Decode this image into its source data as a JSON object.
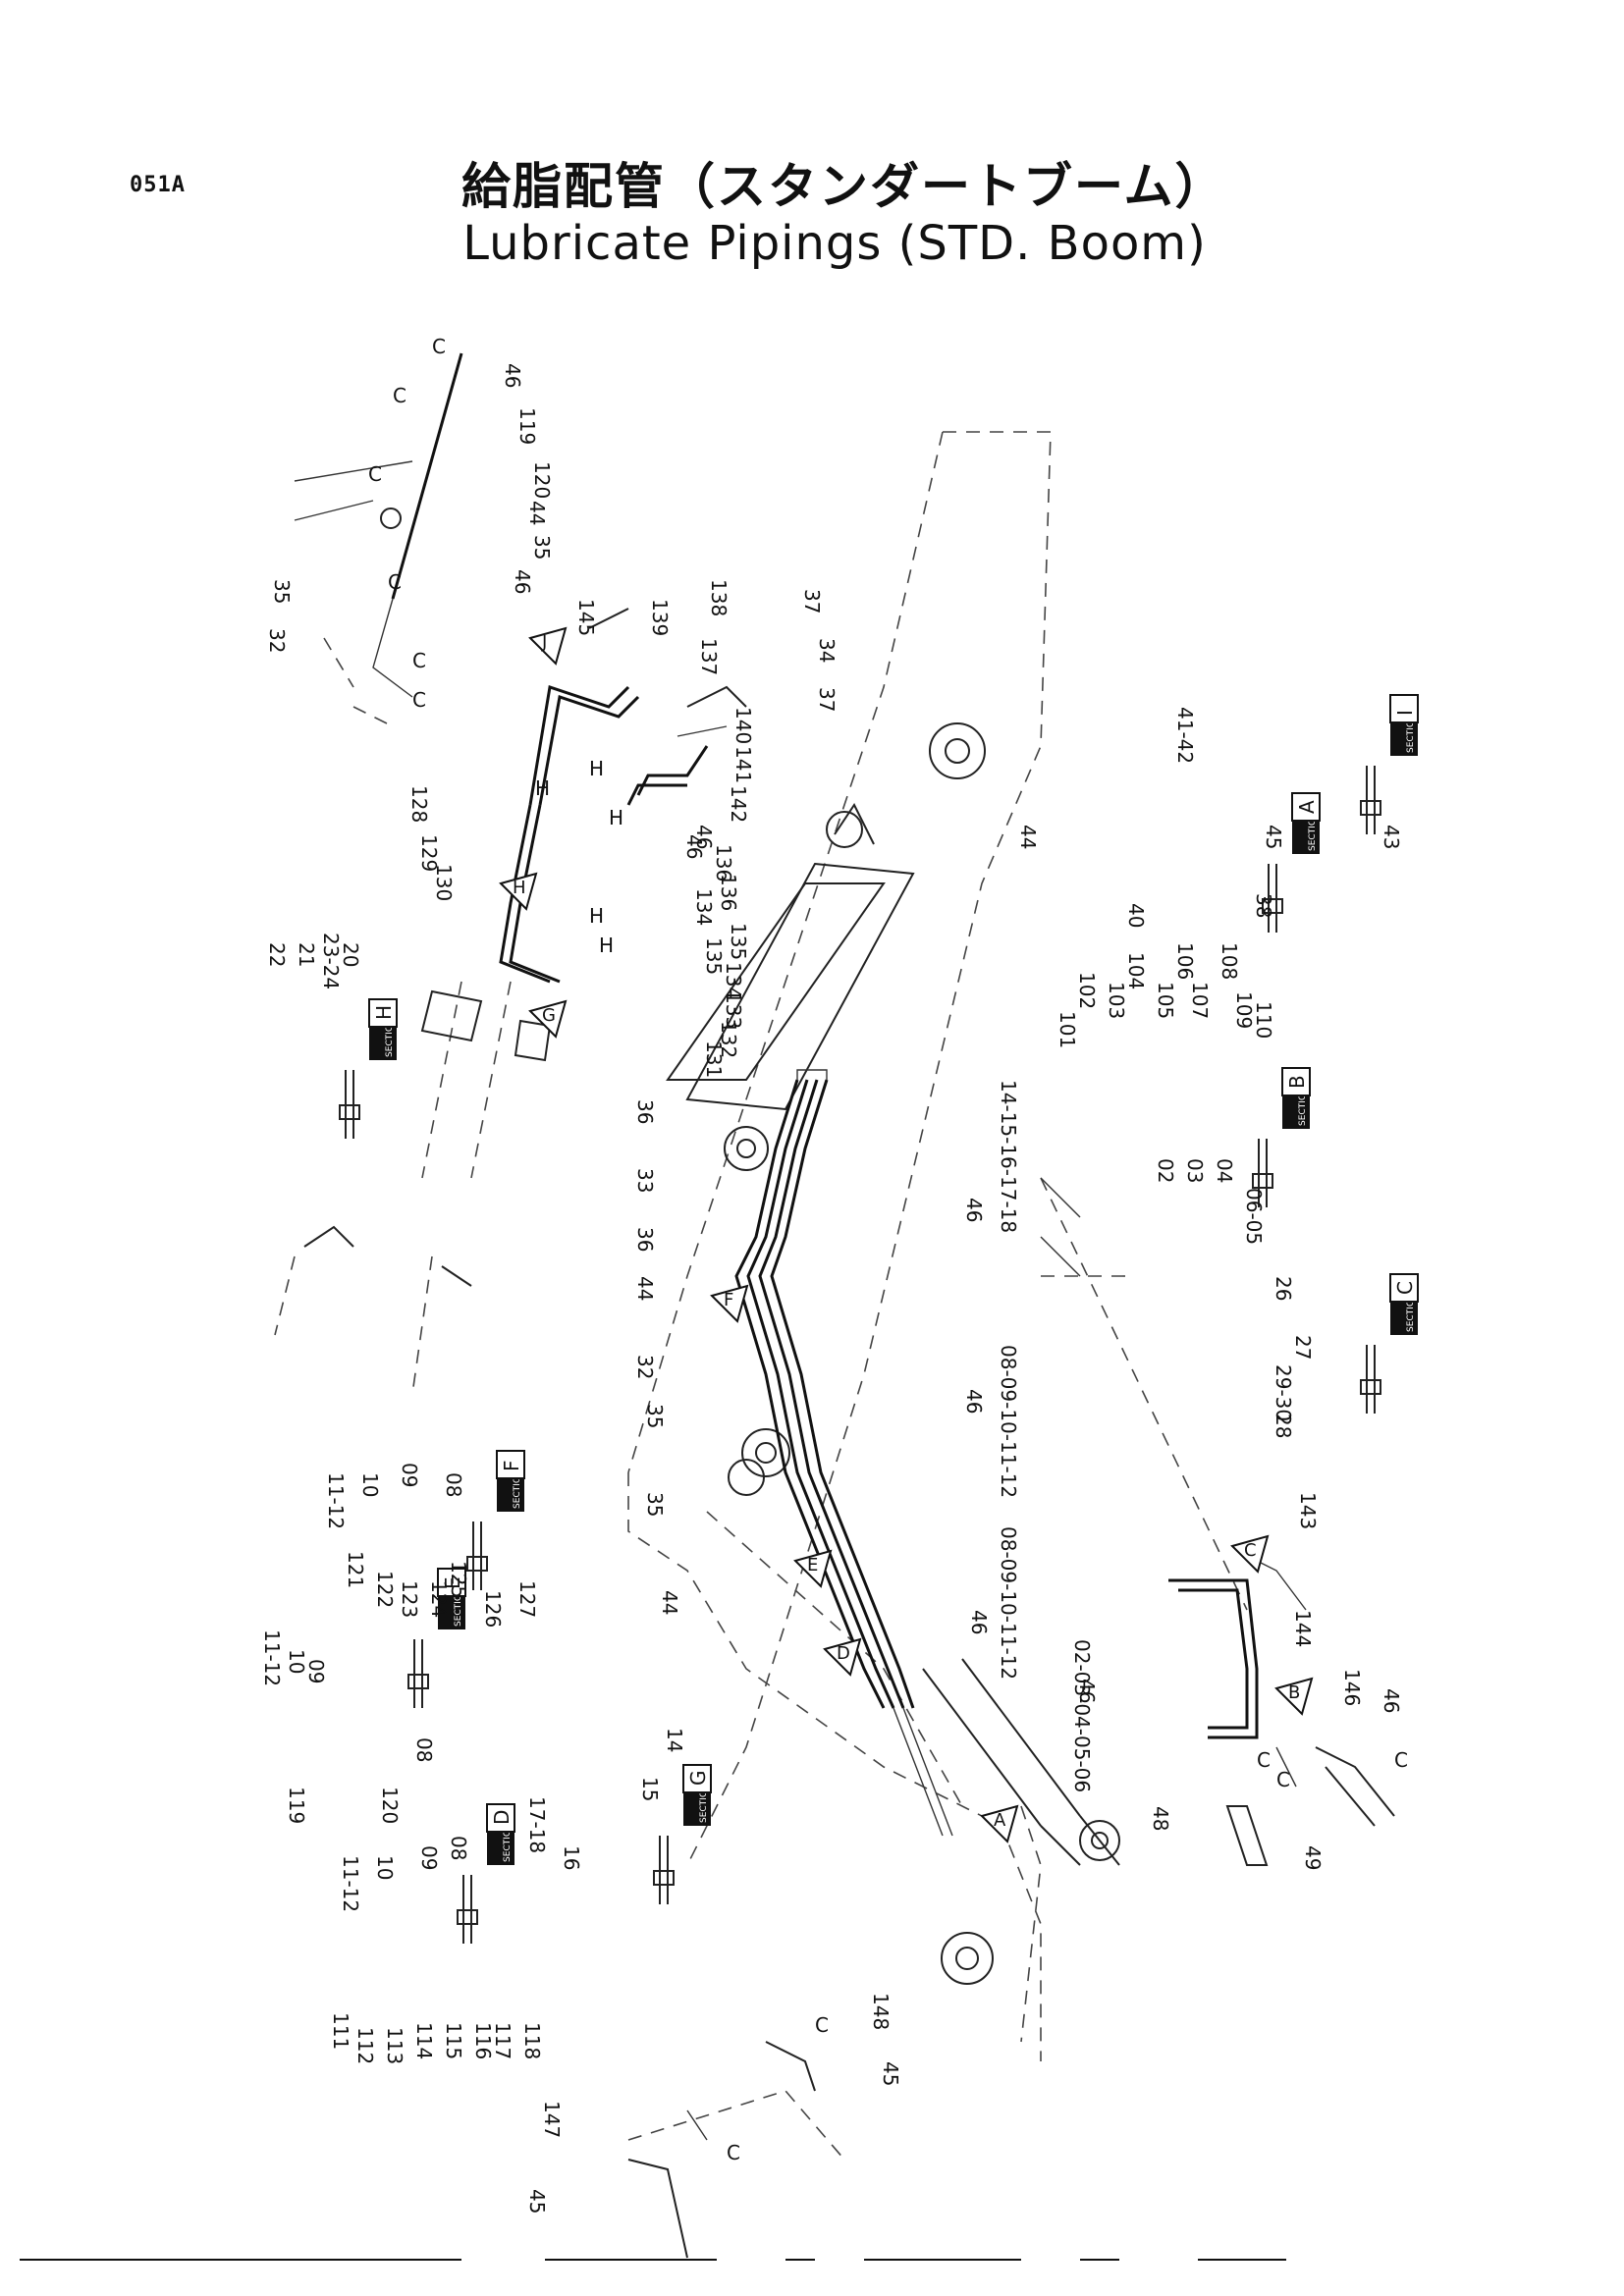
{
  "page_code": "051A",
  "title_jp": "給脂配管（スタンダートブーム）",
  "title_en": "Lubricate Pipings (STD. Boom)",
  "section_letters": [
    "A",
    "B",
    "C",
    "D",
    "E",
    "F",
    "G",
    "H",
    "I"
  ],
  "section_stamp_text": "SECTION",
  "callouts": [
    "46",
    "119",
    "120",
    "44",
    "35",
    "35",
    "32",
    "46",
    "145",
    "C",
    "C",
    "C",
    "C",
    "C",
    "C",
    "139",
    "138",
    "137",
    "140",
    "141",
    "142",
    "46",
    "136",
    "135",
    "134",
    "133",
    "132",
    "131",
    "46",
    "134",
    "135",
    "136",
    "128",
    "129",
    "130",
    "H",
    "H",
    "H",
    "H",
    "H",
    "37",
    "34",
    "37",
    "44",
    "41-42",
    "45",
    "38",
    "40",
    "43",
    "22",
    "21",
    "23-24",
    "20",
    "101",
    "102",
    "103",
    "104",
    "105",
    "106",
    "107",
    "108",
    "109",
    "110",
    "02",
    "03",
    "04",
    "06-05",
    "14-15-16-17-18",
    "46",
    "08-09-10-11-12",
    "36",
    "33",
    "36",
    "44",
    "26",
    "27",
    "29-30",
    "28",
    "32",
    "35",
    "35",
    "44",
    "46",
    "08-09-10-11-12",
    "46",
    "02-03-04-05-06",
    "46",
    "143",
    "144",
    "146",
    "46",
    "C",
    "C",
    "C",
    "48",
    "49",
    "11-12",
    "10",
    "09",
    "08",
    "121",
    "122",
    "123",
    "124",
    "125",
    "126",
    "127",
    "11-12",
    "10",
    "09",
    "119",
    "120",
    "08",
    "14",
    "15",
    "17-18",
    "16",
    "11-12",
    "10",
    "09",
    "08",
    "111",
    "112",
    "113",
    "114",
    "115",
    "116",
    "117",
    "118",
    "148",
    "C",
    "45",
    "147",
    "C",
    "45"
  ]
}
